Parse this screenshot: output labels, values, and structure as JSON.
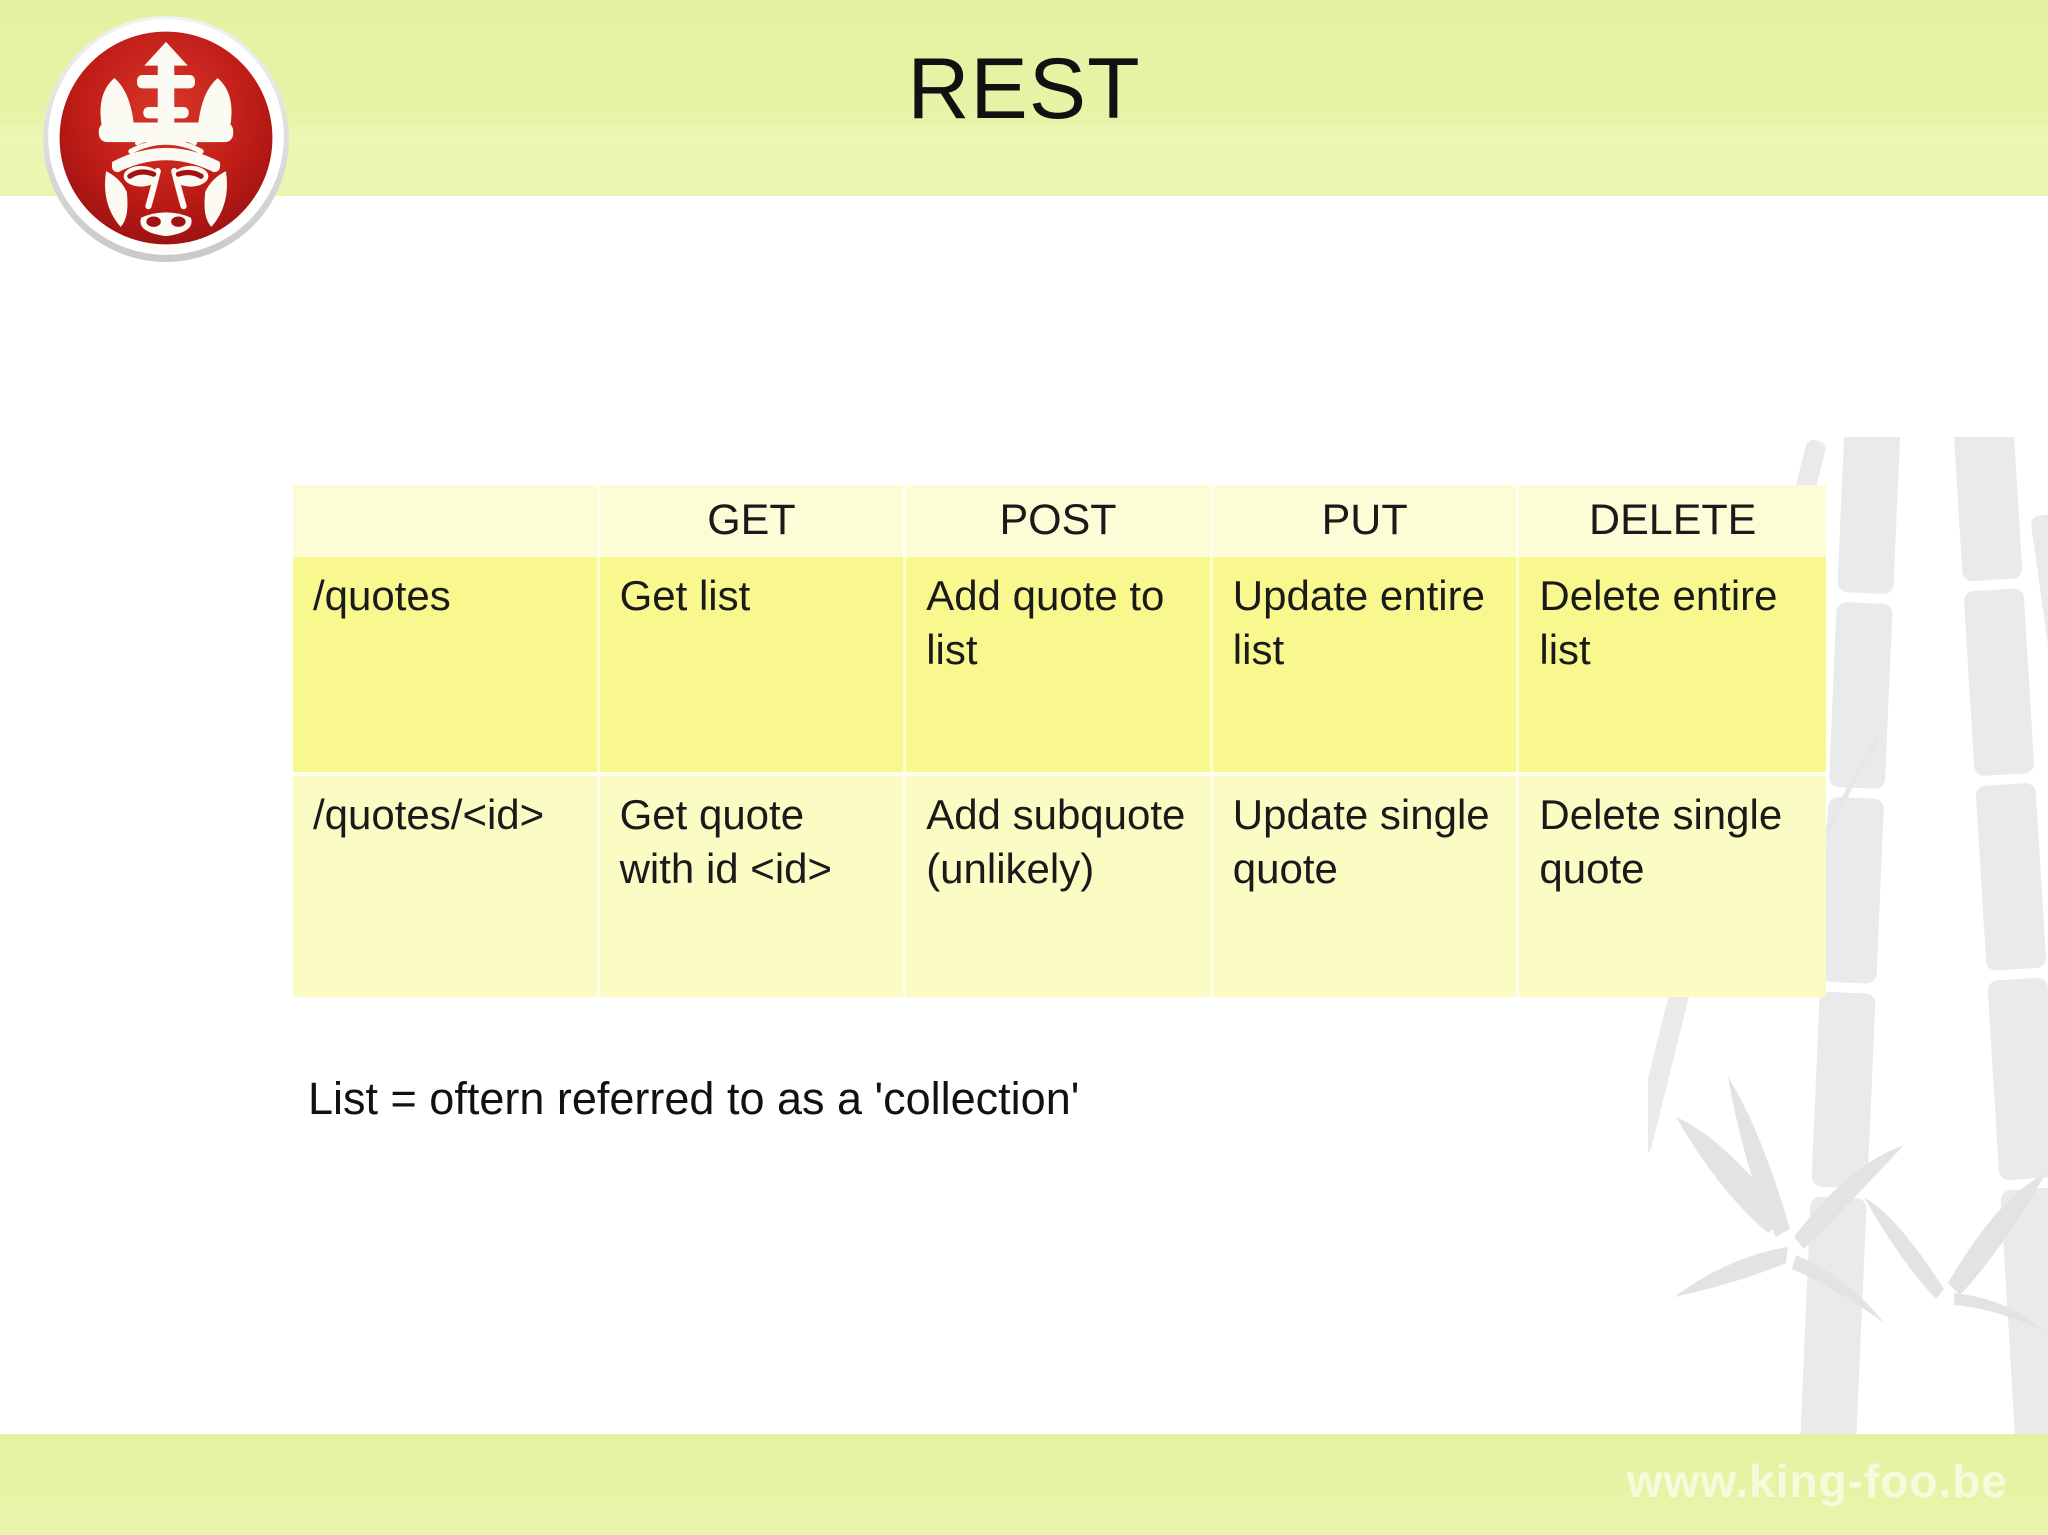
{
  "header": {
    "title": "REST",
    "logo": "king-foo monkey with crown emblem"
  },
  "table": {
    "columns": [
      "",
      "GET",
      "POST",
      "PUT",
      "DELETE"
    ],
    "rows": [
      {
        "path": "/quotes",
        "cells": [
          "Get list",
          "Add quote to list",
          "Update entire list",
          "Delete entire list"
        ]
      },
      {
        "path": "/quotes/<id>",
        "cells": [
          "Get quote with id <id>",
          "Add subquote (unlikely)",
          "Update single quote",
          "Delete single quote"
        ]
      }
    ]
  },
  "note": "List = oftern referred to as a 'collection'",
  "footer": {
    "url": "www.king-foo.be"
  },
  "colors": {
    "band_green": "#e8f3a8",
    "table_header_row": "#fcfcd6",
    "table_row_1": "#f8f88f",
    "table_row_2": "#fbfbc4",
    "logo_red": "#b51414",
    "text": "#1a1a1a",
    "watermark_gray": "#e9e9e9"
  }
}
